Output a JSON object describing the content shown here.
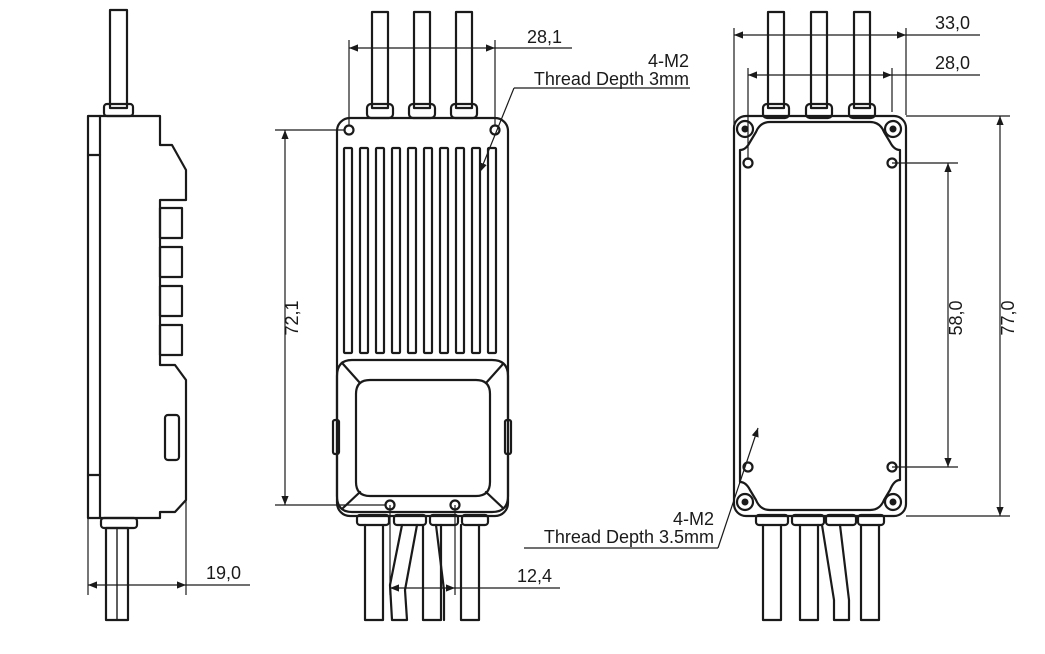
{
  "side_view": {
    "width_dim": "19,0"
  },
  "top_view": {
    "top_dim": "28,1",
    "height_dim": "72,1",
    "bottom_dim": "12,4",
    "callout_line1": "4-M2",
    "callout_line2": "Thread Depth 3mm"
  },
  "bottom_view": {
    "outer_width_dim": "33,0",
    "hole_spacing_dim": "28,0",
    "hole_height_dim": "58,0",
    "overall_height_dim": "77,0",
    "callout_line1": "4-M2",
    "callout_line2": "Thread Depth 3.5mm"
  },
  "colors": {
    "line": "#1a1a1a",
    "background": "#ffffff"
  }
}
